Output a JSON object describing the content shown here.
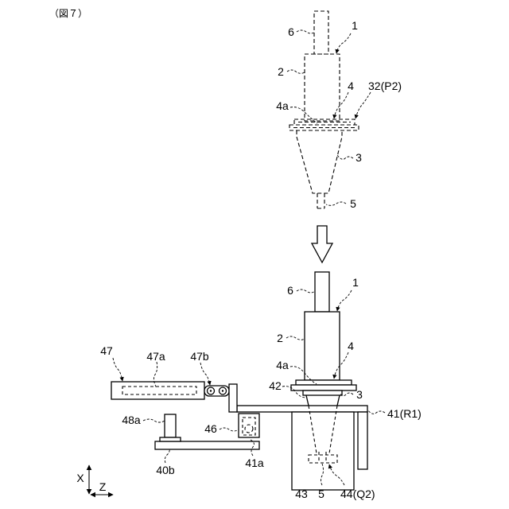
{
  "figure_title": "（図７）",
  "before": {
    "shaft": "6",
    "unit": "1",
    "body": "2",
    "plate": "4",
    "pad": "32(P2)",
    "plate_face": "4a",
    "cone": "3",
    "tip": "5"
  },
  "after": {
    "shaft": "6",
    "unit": "1",
    "body": "2",
    "plate": "4",
    "plate_face": "4a",
    "spacer": "42",
    "cone": "3",
    "actuator": "47",
    "actuator_rod": "47a",
    "link": "47b",
    "beam": "41(R1)",
    "post": "48a",
    "bearing_block": "46",
    "base": "40b",
    "bearing": "41a",
    "housing": "43",
    "tip": "5",
    "target": "44(Q2)"
  },
  "axes": {
    "x": "X",
    "z": "Z"
  }
}
